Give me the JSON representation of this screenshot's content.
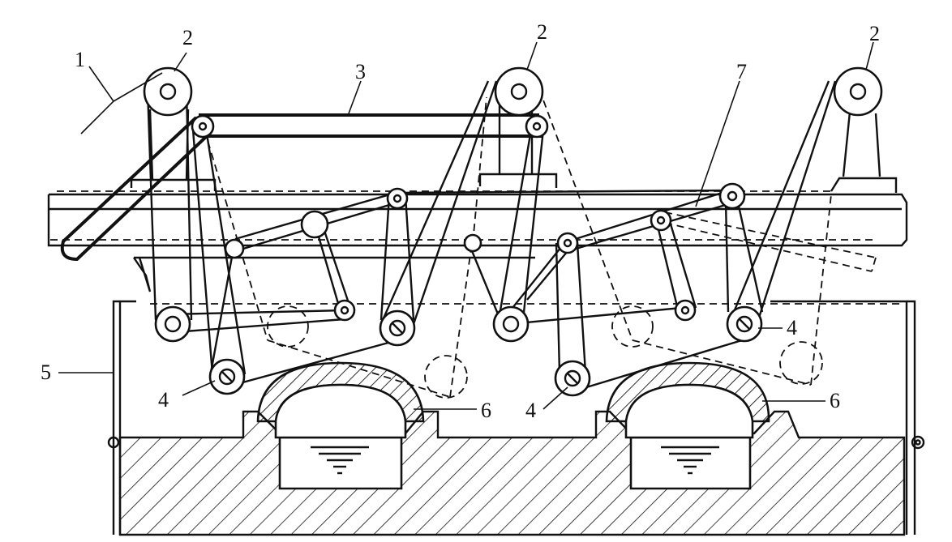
{
  "labels": {
    "l1": "1",
    "l2a": "2",
    "l2b": "2",
    "l2c": "2",
    "l3": "3",
    "l4a": "4",
    "l4b": "4",
    "l4c": "4",
    "l5": "5",
    "l6a": "6",
    "l6b": "6",
    "l7": "7"
  }
}
